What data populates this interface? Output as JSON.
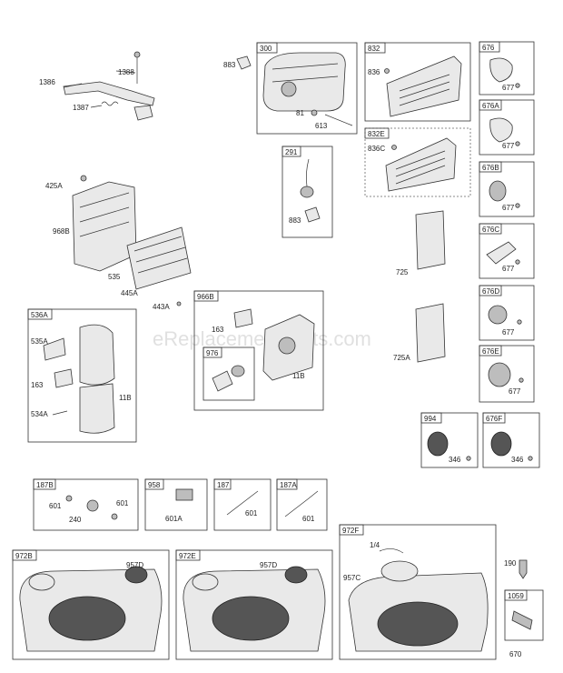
{
  "watermark": "eReplacementParts.com",
  "parts": {
    "p1386": "1386",
    "p1388": "1388",
    "p1387": "1387",
    "p883a": "883",
    "p300": "300",
    "p81": "81",
    "p613": "613",
    "p832": "832",
    "p836": "836",
    "p832e": "832E",
    "p836c": "836C",
    "p676": "676",
    "p677a": "677",
    "p676a": "676A",
    "p677b": "677",
    "p676b": "676B",
    "p677c": "677",
    "p676c": "676C",
    "p677d": "677",
    "p676d": "676D",
    "p677e": "677",
    "p676e": "676E",
    "p677f": "677",
    "p676f": "676F",
    "p346b": "346",
    "p994": "994",
    "p346a": "346",
    "p291": "291",
    "p883b": "883",
    "p725": "725",
    "p725a": "725A",
    "p425a": "425A",
    "p968b": "968B",
    "p535": "535",
    "p445a": "445A",
    "p443a": "443A",
    "p536a": "536A",
    "p535a": "535A",
    "p163a": "163",
    "p534a": "534A",
    "p11ba": "11B",
    "p966b": "966B",
    "p163b": "163",
    "p976": "976",
    "p11bb": "11B",
    "p187b": "187B",
    "p601a": "601",
    "p601b": "601",
    "p240": "240",
    "p958": "958",
    "p601c": "601A",
    "p187": "187",
    "p601d": "601",
    "p187a": "187A",
    "p601e": "601",
    "p972b": "972B",
    "p957d": "957D",
    "p972e": "972E",
    "p957db": "957D",
    "p972f": "972F",
    "p14": "1/4",
    "p957c": "957C",
    "p190": "190",
    "p1059": "1059",
    "p670": "670"
  }
}
